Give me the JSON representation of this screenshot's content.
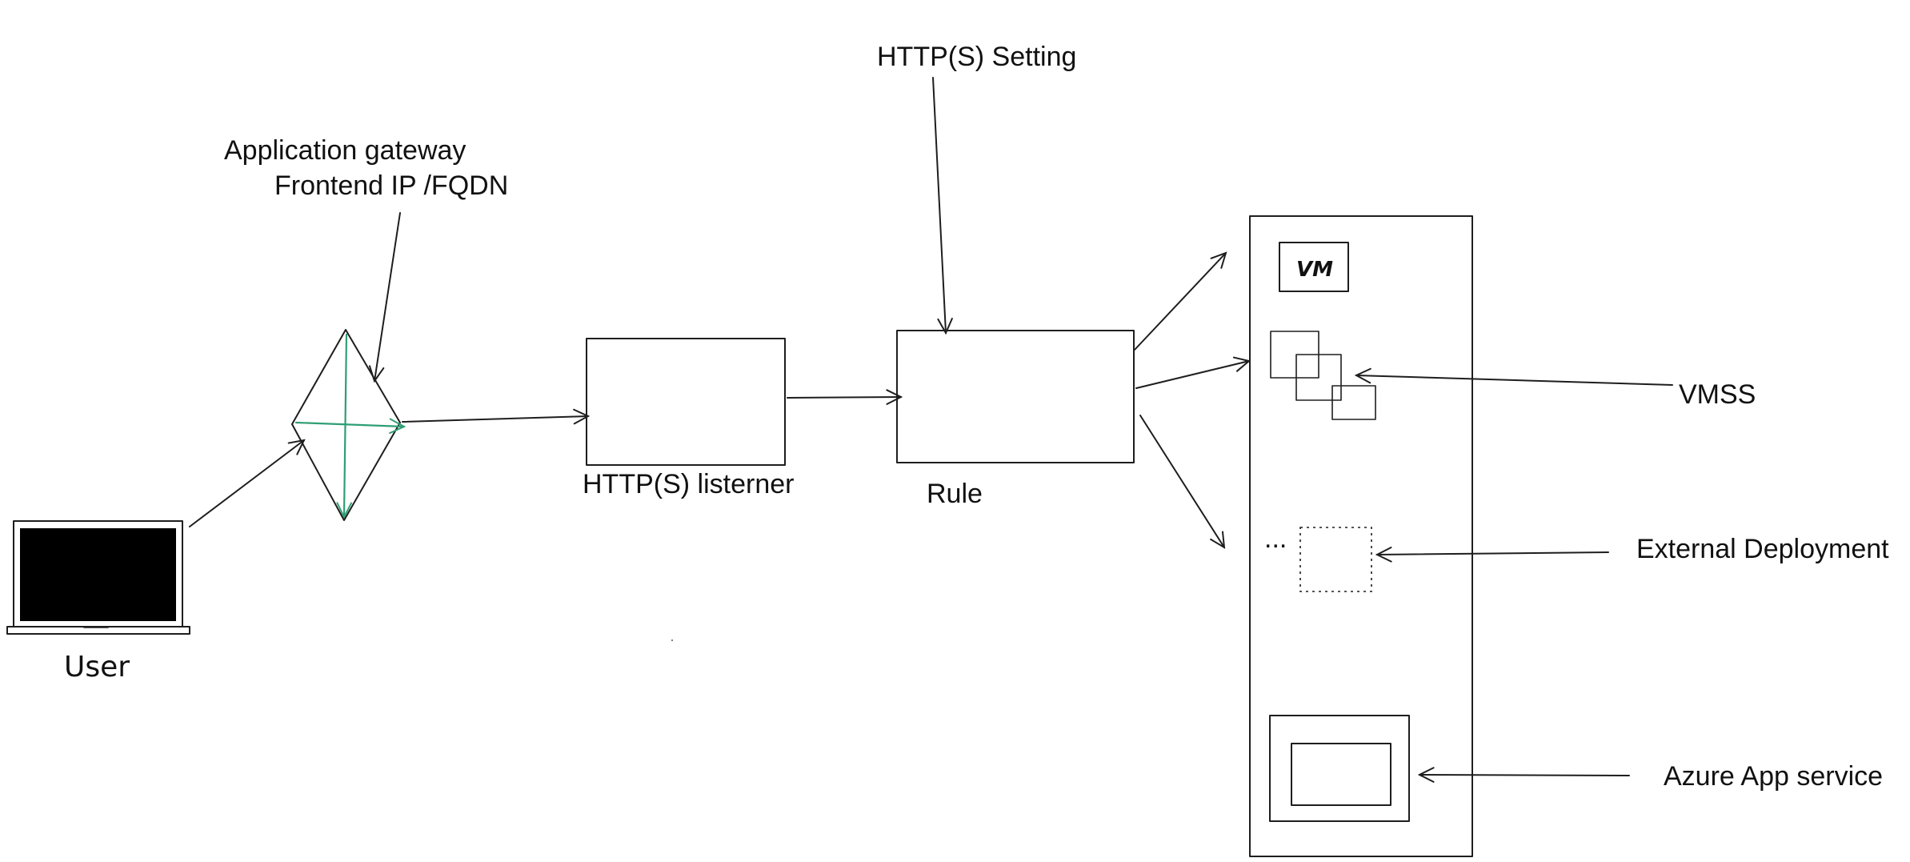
{
  "labels": {
    "app_gateway_line1": "Application gateway",
    "app_gateway_line2": "Frontend IP /FQDN",
    "http_setting": "HTTP(S) Setting",
    "listener": "HTTP(S) listerner",
    "rule": "Rule",
    "vm": "VM",
    "vmss": "VMSS",
    "external_deployment": "External Deployment",
    "azure_app_service": "Azure App service",
    "user": "User",
    "ellipsis": "..."
  },
  "colors": {
    "stroke": "#1e1e1e",
    "accent": "#2f9e74",
    "laptop_screen": "#000000",
    "background": "#ffffff"
  }
}
